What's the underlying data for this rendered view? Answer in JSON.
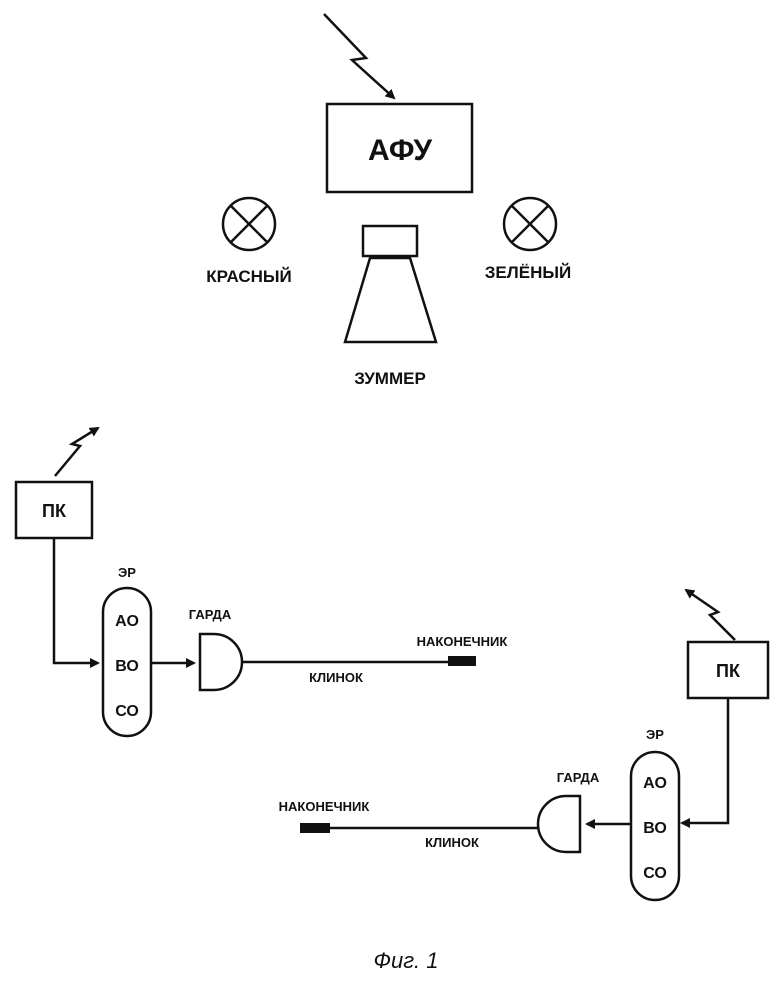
{
  "top": {
    "afu_label": "АФУ",
    "lamp_red_label": "КРАСНЫЙ",
    "lamp_green_label": "ЗЕЛЁНЫЙ",
    "buzzer_label": "ЗУММЕР"
  },
  "left_unit": {
    "pk_label": "ПК",
    "er_label": "ЭР",
    "er_channels": [
      "АО",
      "ВО",
      "СО"
    ],
    "guard_label": "ГАРДА",
    "blade_label": "КЛИНОК",
    "tip_label": "НАКОНЕЧНИК"
  },
  "right_unit": {
    "pk_label": "ПК",
    "er_label": "ЭР",
    "er_channels": [
      "АО",
      "ВО",
      "СО"
    ],
    "guard_label": "ГАРДА",
    "blade_label": "КЛИНОК",
    "tip_label": "НАКОНЕЧНИК"
  },
  "caption": "Фиг. 1"
}
